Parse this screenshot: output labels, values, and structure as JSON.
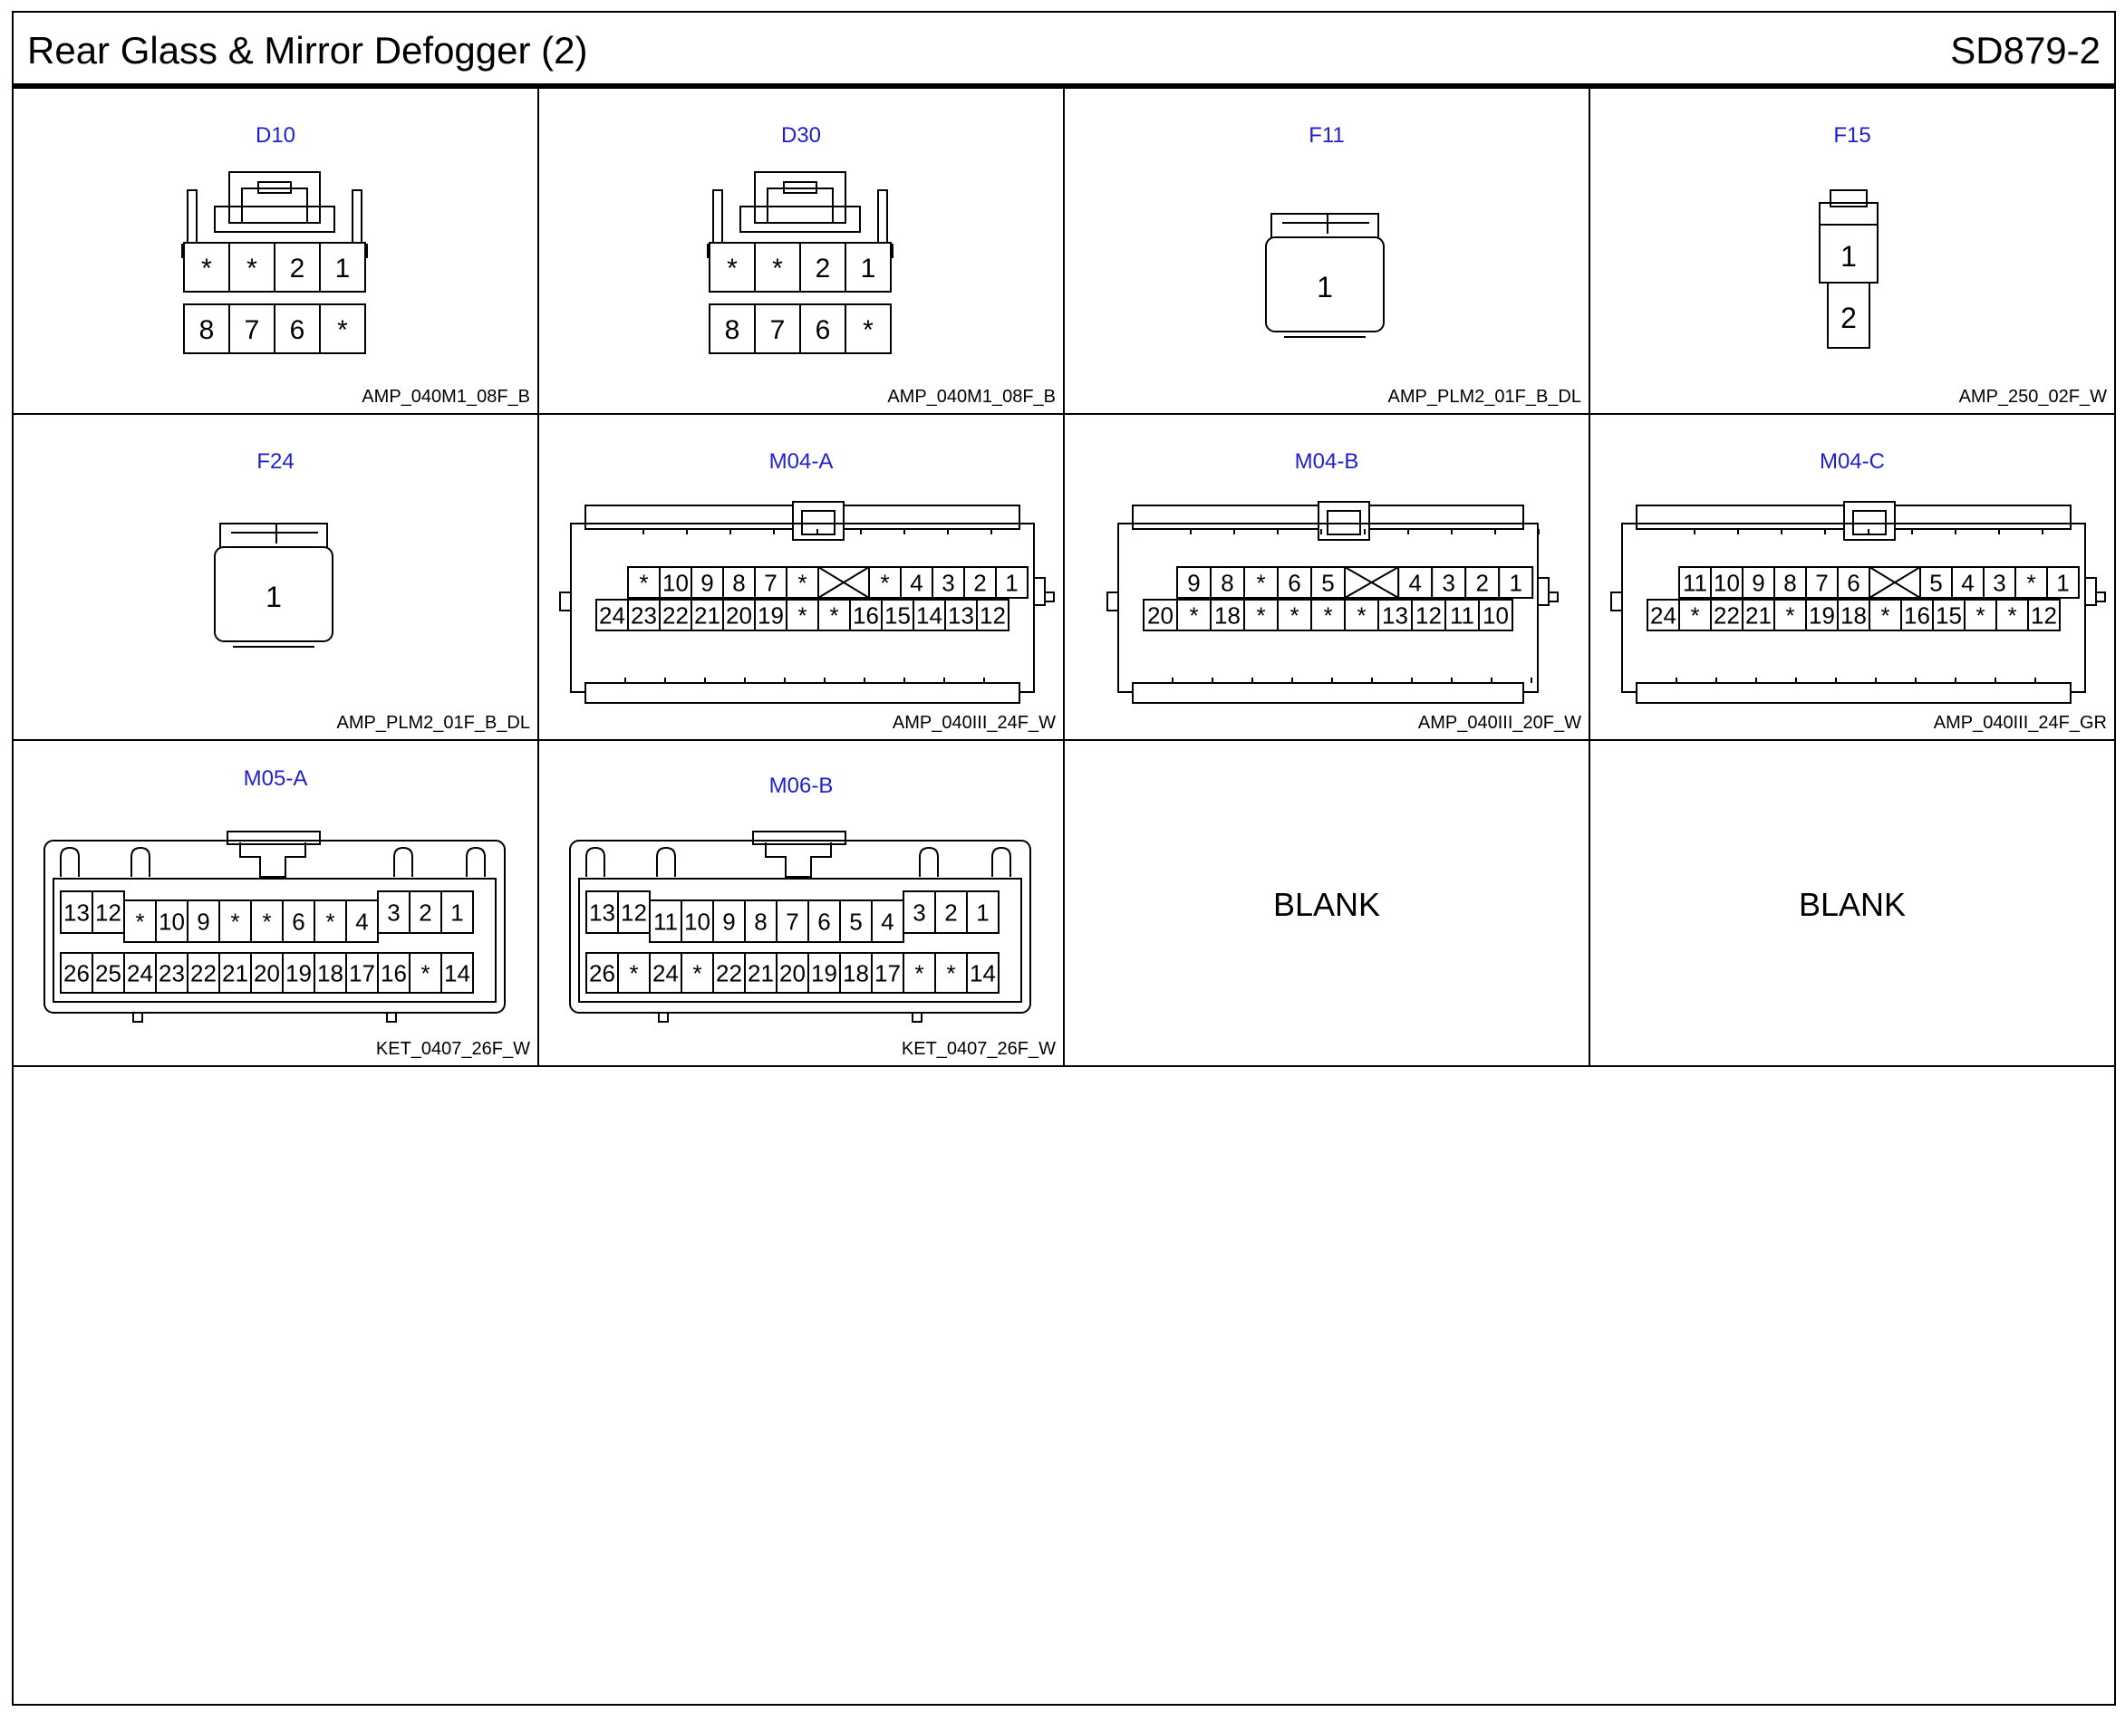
{
  "page": {
    "title": "Rear Glass & Mirror Defogger (2)",
    "code": "SD879-2"
  },
  "cells": [
    {
      "label": "D10",
      "part": "AMP_040M1_08F_B",
      "kind": "twinrow8",
      "rows": [
        [
          "*",
          "*",
          "2",
          "1"
        ],
        [
          "8",
          "7",
          "6",
          "*"
        ]
      ]
    },
    {
      "label": "D30",
      "part": "AMP_040M1_08F_B",
      "kind": "twinrow8",
      "rows": [
        [
          "*",
          "*",
          "2",
          "1"
        ],
        [
          "8",
          "7",
          "6",
          "*"
        ]
      ]
    },
    {
      "label": "F11",
      "part": "AMP_PLM2_01F_B_DL",
      "kind": "single",
      "pins": [
        "1"
      ]
    },
    {
      "label": "F15",
      "part": "AMP_250_02F_W",
      "kind": "stack2",
      "pins": [
        "1",
        "2"
      ]
    },
    {
      "label": "F24",
      "part": "AMP_PLM2_01F_B_DL",
      "kind": "single",
      "pins": [
        "1"
      ]
    },
    {
      "label": "M04-A",
      "part": "AMP_040III_24F_W",
      "kind": "wide",
      "rows": [
        [
          "*",
          "10",
          "9",
          "8",
          "7",
          "*",
          "X",
          "*",
          "4",
          "3",
          "2",
          "1"
        ],
        [
          "24",
          "23",
          "22",
          "21",
          "20",
          "19",
          "*",
          "*",
          "16",
          "15",
          "14",
          "13",
          "12"
        ]
      ]
    },
    {
      "label": "M04-B",
      "part": "AMP_040III_20F_W",
      "kind": "wide",
      "rows": [
        [
          "9",
          "8",
          "*",
          "6",
          "5",
          "X",
          "4",
          "3",
          "2",
          "1"
        ],
        [
          "20",
          "*",
          "18",
          "*",
          "*",
          "*",
          "*",
          "13",
          "12",
          "11",
          "10"
        ]
      ]
    },
    {
      "label": "M04-C",
      "part": "AMP_040III_24F_GR",
      "kind": "wide",
      "rows": [
        [
          "11",
          "10",
          "9",
          "8",
          "7",
          "6",
          "X",
          "5",
          "4",
          "3",
          "*",
          "1"
        ],
        [
          "24",
          "*",
          "22",
          "21",
          "*",
          "19",
          "18",
          "*",
          "16",
          "15",
          "*",
          "*",
          "12"
        ]
      ]
    },
    {
      "label": "M05-A",
      "part": "KET_0407_26F_W",
      "kind": "ket",
      "rows": [
        [
          "13",
          "12",
          "*",
          "10",
          "9",
          "*",
          "*",
          "6",
          "*",
          "4",
          "3",
          "2",
          "1"
        ],
        [
          "26",
          "25",
          "24",
          "23",
          "22",
          "21",
          "20",
          "19",
          "18",
          "17",
          "16",
          "*",
          "14"
        ]
      ]
    },
    {
      "label": "M06-B",
      "part": "KET_0407_26F_W",
      "kind": "ket",
      "rows": [
        [
          "13",
          "12",
          "11",
          "10",
          "9",
          "8",
          "7",
          "6",
          "5",
          "4",
          "3",
          "2",
          "1"
        ],
        [
          "26",
          "*",
          "24",
          "*",
          "22",
          "21",
          "20",
          "19",
          "18",
          "17",
          "*",
          "*",
          "14"
        ]
      ]
    },
    {
      "label": "",
      "part": "",
      "kind": "blank",
      "blank_text": "BLANK"
    },
    {
      "label": "",
      "part": "",
      "kind": "blank",
      "blank_text": "BLANK"
    }
  ]
}
